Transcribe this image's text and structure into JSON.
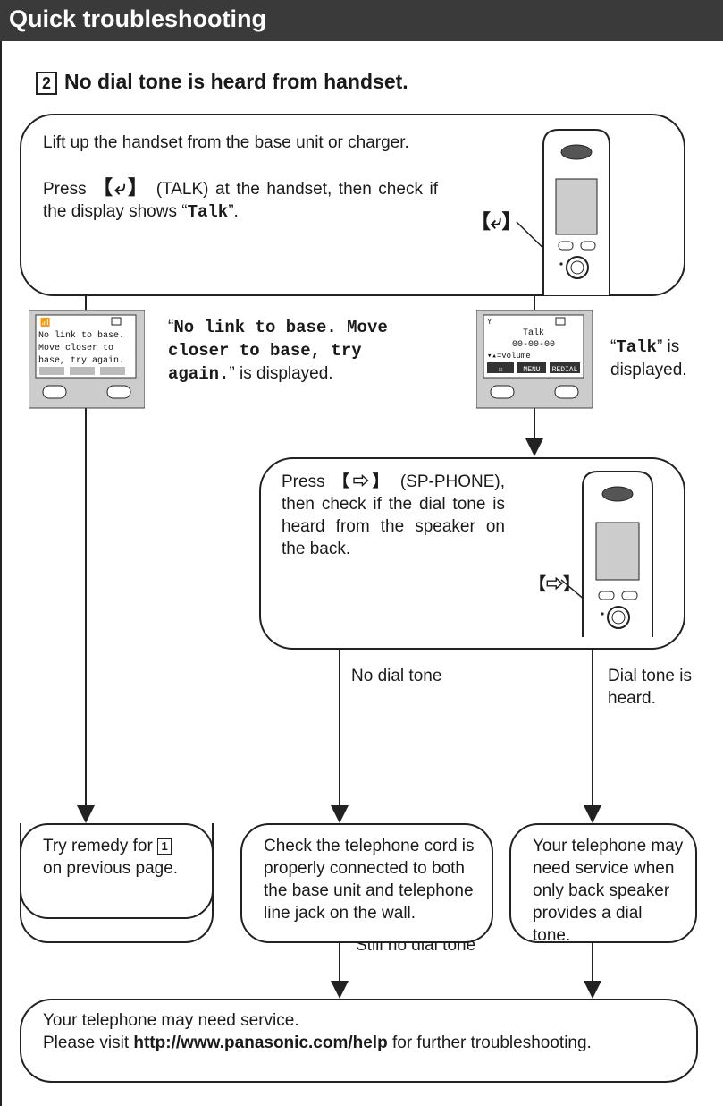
{
  "header": {
    "title": "Quick troubleshooting"
  },
  "section": {
    "number": "2",
    "title": "No dial tone is heard from handset."
  },
  "step1": {
    "line1": "Lift up the handset from the base unit or charger.",
    "line2_pre": "Press ",
    "line2_post": " (TALK) at the handset, then check if the display shows “",
    "line2_mono": "Talk",
    "line2_end": "”.",
    "talk_key_label": "【⤶】"
  },
  "no_link": {
    "open_quote": "“",
    "mono": "No link to base. Move closer to base, try again.",
    "close": "” is displayed.",
    "screen": [
      "No link to base.",
      "Move closer to",
      "base, try again."
    ]
  },
  "talk_displayed": {
    "open_quote": "“",
    "mono": "Talk",
    "close": "” is displayed.",
    "screen": [
      "Talk",
      "00-00-00",
      "▾▴=Volume"
    ],
    "softkeys": [
      "☐",
      "MENU",
      "REDIAL"
    ]
  },
  "step2": {
    "pre": "Press ",
    "key": "【⇨】",
    "post": " (SP-PHONE), then check if the dial tone is heard from the speaker on the back.",
    "key_label": "【⇨】"
  },
  "labels": {
    "no_dial_tone": "No dial tone",
    "dial_tone_heard": "Dial tone is heard.",
    "still_no_dial_tone": "Still no dial tone"
  },
  "remedy": {
    "pre": "Try remedy for ",
    "num": "1",
    "post": " on previous page."
  },
  "check_cord": {
    "text": "Check the telephone cord is properly connected to both the base unit and telephone line jack on the wall."
  },
  "need_service_back": {
    "text": "Your telephone may need service when only back speaker provides a dial tone."
  },
  "final": {
    "line1": "Your telephone may need service.",
    "pre": "Please visit ",
    "url": "http://www.panasonic.com/help",
    "post": " for further troubleshooting."
  }
}
